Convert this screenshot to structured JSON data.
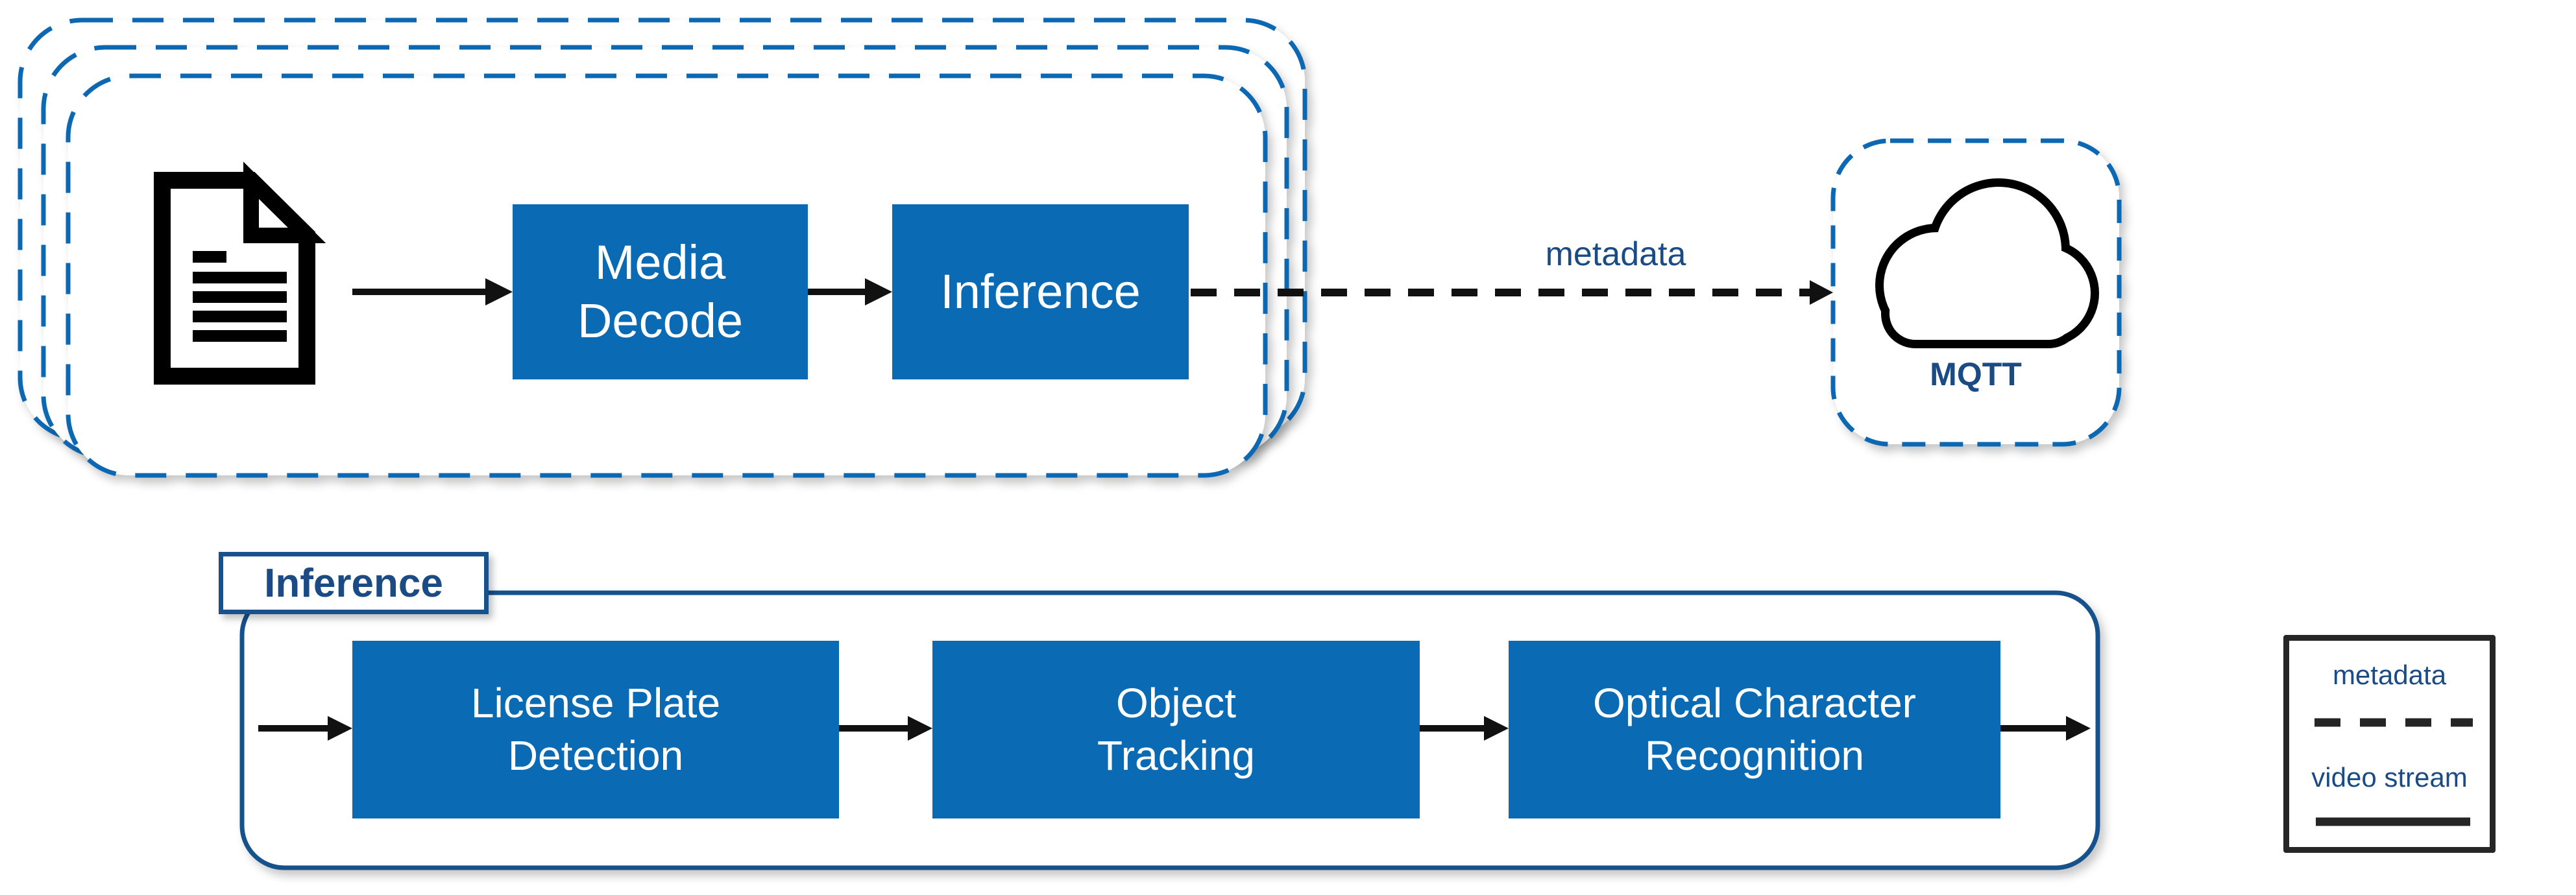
{
  "colors": {
    "box_blue": "#0B6AB4",
    "dash_blue": "#1168B4",
    "container_border": "#19518C",
    "dark_text": "#1A4B85",
    "arrow_black": "#111111",
    "legend_border": "#262626"
  },
  "top_pipeline": {
    "input_icon": "document",
    "stages": [
      {
        "label": "Media Decode"
      },
      {
        "label": "Inference"
      }
    ],
    "flow_label": "metadata",
    "sink": {
      "icon": "cloud",
      "label": "MQTT"
    }
  },
  "inference_detail": {
    "title": "Inference",
    "stages": [
      {
        "label": "License Plate Detection"
      },
      {
        "label": "Object Tracking"
      },
      {
        "label": "Optical Character Recognition"
      }
    ]
  },
  "legend": {
    "items": [
      {
        "label": "metadata",
        "line": "dashed"
      },
      {
        "label": "video stream",
        "line": "solid"
      }
    ]
  }
}
